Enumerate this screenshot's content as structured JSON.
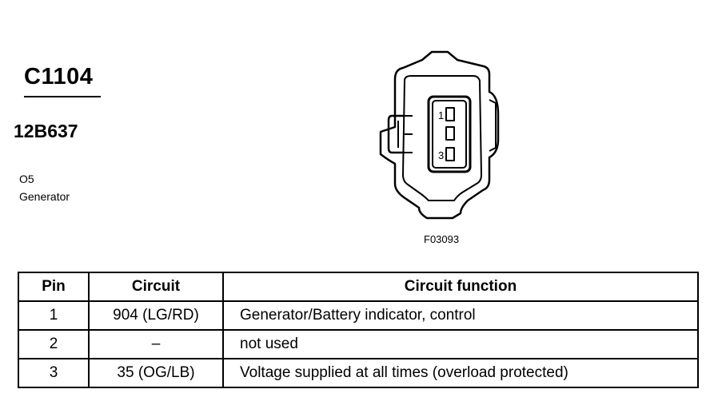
{
  "connector": {
    "id": "C1104",
    "part_number": "12B637",
    "location_code": "O5",
    "component": "Generator"
  },
  "figure": {
    "code": "F03093",
    "pin_labels": [
      "1",
      "3"
    ],
    "icon": "connector-face-icon"
  },
  "table": {
    "headers": {
      "pin": "Pin",
      "circuit": "Circuit",
      "function": "Circuit function"
    },
    "rows": [
      {
        "pin": "1",
        "circuit": "904 (LG/RD)",
        "function": "Generator/Battery indicator, control"
      },
      {
        "pin": "2",
        "circuit": "–",
        "function": "not used"
      },
      {
        "pin": "3",
        "circuit": "35 (OG/LB)",
        "function": "Voltage supplied at all times (overload protected)"
      }
    ]
  }
}
